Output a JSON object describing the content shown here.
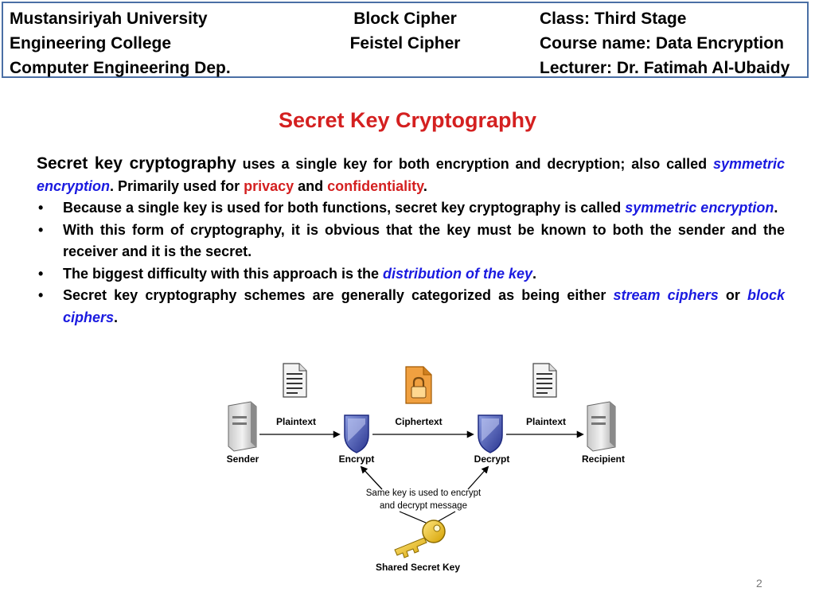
{
  "header": {
    "left": [
      "Mustansiriyah University",
      "Engineering College",
      "Computer Engineering Dep."
    ],
    "center": [
      "Block Cipher",
      "Feistel Cipher"
    ],
    "right": [
      "Class: Third Stage",
      "Course name: Data Encryption",
      "Lecturer: Dr. Fatimah Al-Ubaidy"
    ]
  },
  "title": "Secret Key Cryptography",
  "intro": {
    "lead": "Secret key cryptography",
    "t1": " uses a single key for both encryption and decryption; also called ",
    "h1": "symmetric encryption",
    "t2": ". Primarily used for ",
    "h2": "privacy",
    "t3": " and ",
    "h3": "confidentiality",
    "t4": "."
  },
  "bullets": [
    {
      "t1": "Because a single key is used for both functions, secret key cryptography is called ",
      "h1": "symmetric encryption",
      "t2": "."
    },
    {
      "t1": "With this form of cryptography, it is obvious that the key must be known to both the sender and the receiver and it is the secret."
    },
    {
      "t1": "The biggest difficulty with this approach is the ",
      "h1": "distribution of the key",
      "t2": "."
    },
    {
      "t1": "Secret key cryptography schemes are generally categorized as being either ",
      "h1": "stream ciphers",
      "t2": " or ",
      "h2": "block ciphers",
      "t3": "."
    }
  ],
  "diagram": {
    "sender": "Sender",
    "plaintext_left": "Plaintext",
    "encrypt": "Encrypt",
    "ciphertext": "Ciphertext",
    "decrypt": "Decrypt",
    "plaintext_right": "Plaintext",
    "recipient": "Recipient",
    "note_line1": "Same key is used to encrypt",
    "note_line2": "and decrypt message",
    "key_label": "Shared Secret Key"
  },
  "page_number": "2",
  "colors": {
    "accent_red": "#d42020",
    "accent_blue": "#1a1ae0",
    "header_border": "#4a6fa5"
  }
}
